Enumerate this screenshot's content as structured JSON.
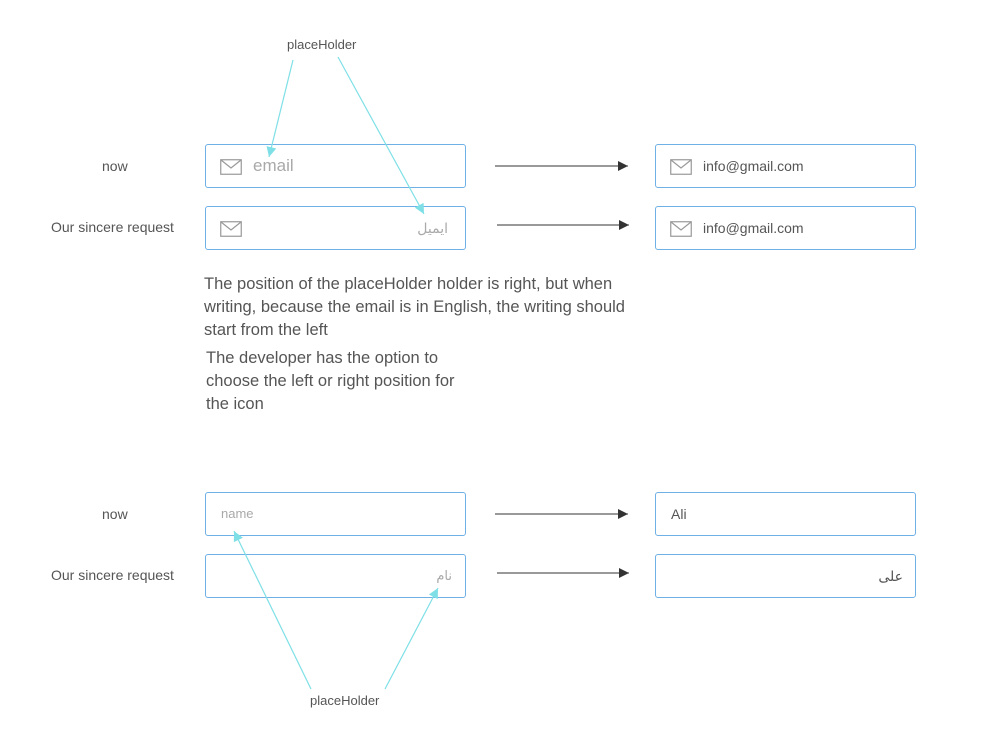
{
  "annotations": {
    "placeholder_top": "placeHolder",
    "placeholder_bottom": "placeHolder"
  },
  "colors": {
    "border": "#6fb0e6",
    "annotation_line": "#7ee0e6",
    "arrow": "#333333"
  },
  "email_section": {
    "now": {
      "label": "now",
      "input_placeholder": "email",
      "result_value": "info@gmail.com",
      "icon": "envelope-icon"
    },
    "request": {
      "label": "Our sincere request",
      "input_placeholder": "ایمیل",
      "result_value": "info@gmail.com",
      "icon": "envelope-icon"
    }
  },
  "notes": {
    "note1": "The position of the placeHolder holder is right, but when writing, because the email is in English, the writing should start from the left",
    "note2": "The developer has the option to choose the left or right position for the icon"
  },
  "name_section": {
    "now": {
      "label": "now",
      "input_placeholder": "name",
      "result_value": "Ali"
    },
    "request": {
      "label": "Our sincere request",
      "input_placeholder": "نام",
      "result_value": "علی"
    }
  }
}
